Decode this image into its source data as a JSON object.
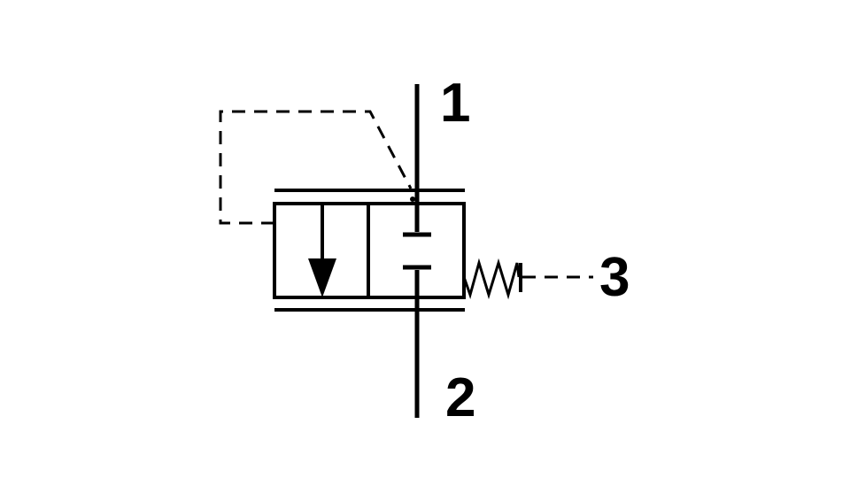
{
  "diagram": {
    "symbol": "pressure-control-valve",
    "ports": [
      {
        "id": "port-1",
        "label": "1"
      },
      {
        "id": "port-2",
        "label": "2"
      },
      {
        "id": "port-3",
        "label": "3"
      }
    ],
    "colors": {
      "line": "#000000",
      "background": "#ffffff"
    }
  }
}
